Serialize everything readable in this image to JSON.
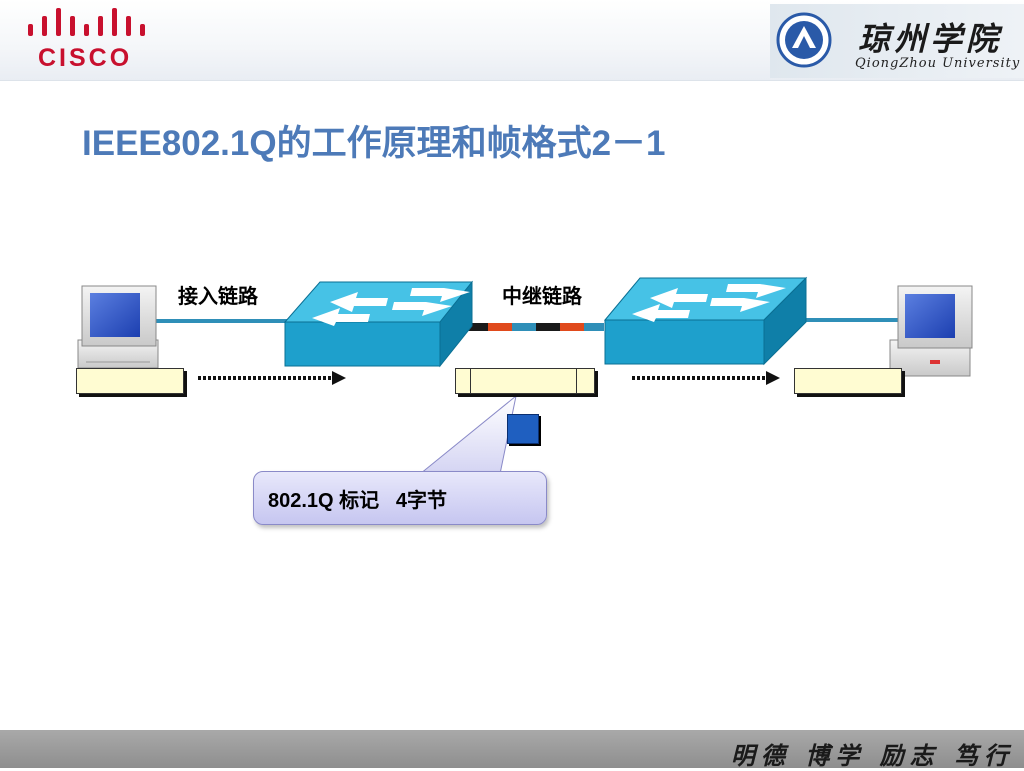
{
  "header": {
    "cisco_text": "CISCO",
    "school_name_cn": "琼州学院",
    "school_name_en": "QiongZhou University"
  },
  "title": "IEEE802.1Q的工作原理和帧格式2－1",
  "diagram": {
    "access_link_label": "接入链路",
    "trunk_link_label": "中继链路",
    "callout_text": "802.1Q 标记   4字节"
  },
  "footer": {
    "slogan": "明德 博学 励志 笃行"
  },
  "colors": {
    "title": "#4d7ab8",
    "switch_face": "#1ea0cc",
    "frame_fill": "#fffcd2",
    "tag_block": "#1f5fc0",
    "cisco_red": "#c8102e"
  }
}
